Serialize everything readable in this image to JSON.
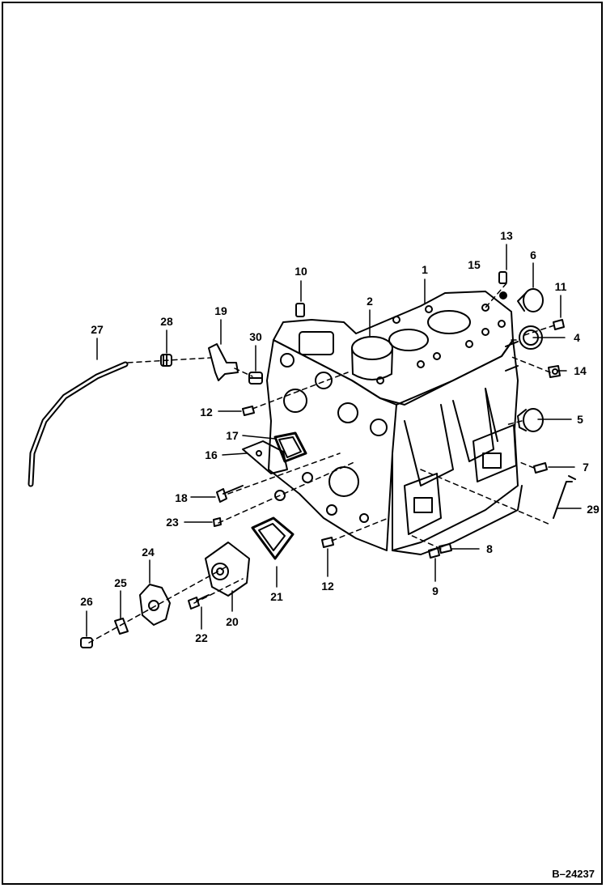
{
  "figure_ref": "B–24237",
  "callouts": [
    {
      "id": "c1",
      "label": "1"
    },
    {
      "id": "c2",
      "label": "2"
    },
    {
      "id": "c4",
      "label": "4"
    },
    {
      "id": "c5",
      "label": "5"
    },
    {
      "id": "c6",
      "label": "6"
    },
    {
      "id": "c7",
      "label": "7"
    },
    {
      "id": "c8",
      "label": "8"
    },
    {
      "id": "c9",
      "label": "9"
    },
    {
      "id": "c10",
      "label": "10"
    },
    {
      "id": "c11",
      "label": "11"
    },
    {
      "id": "c12a",
      "label": "12"
    },
    {
      "id": "c12b",
      "label": "12"
    },
    {
      "id": "c13",
      "label": "13"
    },
    {
      "id": "c14",
      "label": "14"
    },
    {
      "id": "c15",
      "label": "15"
    },
    {
      "id": "c16",
      "label": "16"
    },
    {
      "id": "c17",
      "label": "17"
    },
    {
      "id": "c18",
      "label": "18"
    },
    {
      "id": "c19",
      "label": "19"
    },
    {
      "id": "c20",
      "label": "20"
    },
    {
      "id": "c21",
      "label": "21"
    },
    {
      "id": "c22",
      "label": "22"
    },
    {
      "id": "c23",
      "label": "23"
    },
    {
      "id": "c24",
      "label": "24"
    },
    {
      "id": "c25",
      "label": "25"
    },
    {
      "id": "c26",
      "label": "26"
    },
    {
      "id": "c27",
      "label": "27"
    },
    {
      "id": "c28",
      "label": "28"
    },
    {
      "id": "c29",
      "label": "29"
    },
    {
      "id": "c30",
      "label": "30"
    }
  ]
}
